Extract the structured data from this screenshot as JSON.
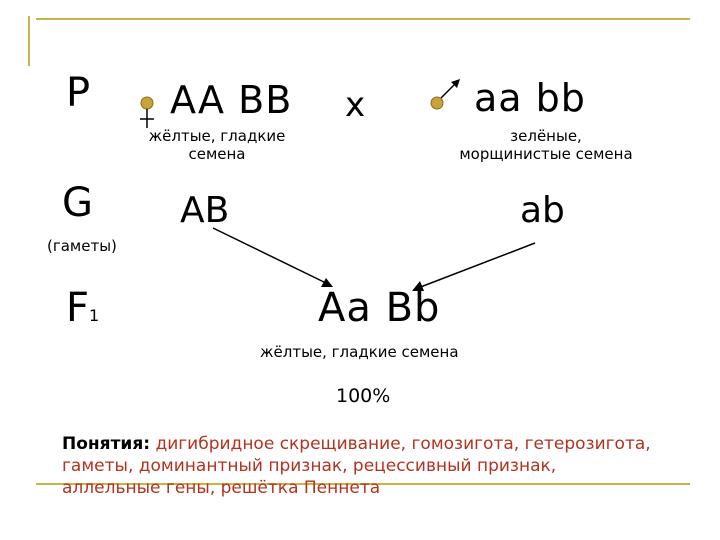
{
  "generation_labels": {
    "parents": "P",
    "gametes": "G",
    "gametes_caption": "(гаметы)",
    "f1": "F",
    "f1_subscript": "1"
  },
  "female": {
    "symbol": "♀",
    "genotype": "AA BB",
    "phenotype_line1": "жёлтые, гладкие",
    "phenotype_line2": "семена"
  },
  "cross_symbol": "x",
  "male": {
    "symbol": "♂",
    "genotype": "aa bb",
    "phenotype_line1": "зелёные,",
    "phenotype_line2": "морщинистые семена"
  },
  "gametes": {
    "female": "AB",
    "male": "ab"
  },
  "offspring": {
    "genotype": "Aa Bb",
    "phenotype": "жёлтые, гладкие семена",
    "percent": "100%"
  },
  "concepts": {
    "label": "Понятия:",
    "text": "дигибридное скрещивание, гомозигота, гетерозигота, гаметы, доминантный признак, рецессивный признак, аллельные гены, решётка Пеннета"
  },
  "colors": {
    "rule": "#c9b24a",
    "terms": "#b3321f",
    "symbol_fill": "#c9a23a"
  }
}
